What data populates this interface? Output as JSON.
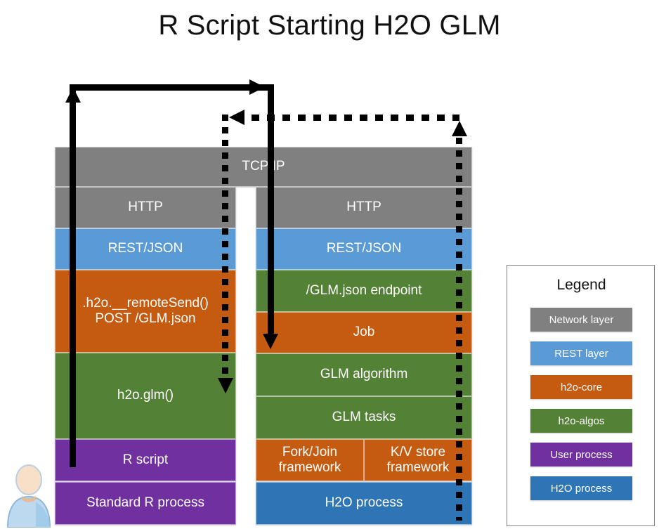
{
  "title": "R Script Starting H2O GLM",
  "colors": {
    "network_layer": "#808080",
    "rest_layer": "#5B9BD5",
    "h2o_core": "#C55A11",
    "h2o_algos": "#538135",
    "user_process": "#7030A0",
    "h2o_process": "#2E75B6",
    "arrow": "#000000",
    "background": "#FFFFFF",
    "title_text": "#111111"
  },
  "diagram": {
    "shared": {
      "tcp_ip": "TCP/IP"
    },
    "left_stack": {
      "name": "Standard R process stack",
      "rows": [
        {
          "label": "HTTP",
          "kind": "network_layer"
        },
        {
          "label": "REST/JSON",
          "kind": "rest_layer"
        },
        {
          "label": ".h2o.__remoteSend()\nPOST /GLM.json",
          "line1": ".h2o.__remoteSend()",
          "line2": "POST /GLM.json",
          "kind": "h2o_core"
        },
        {
          "label": "h2o.glm()",
          "kind": "h2o_algos"
        },
        {
          "label": "R script",
          "kind": "user_process"
        },
        {
          "label": "Standard R process",
          "kind": "user_process"
        }
      ]
    },
    "right_stack": {
      "name": "H2O process stack",
      "rows": [
        {
          "label": "HTTP",
          "kind": "network_layer"
        },
        {
          "label": "REST/JSON",
          "kind": "rest_layer"
        },
        {
          "label": "/GLM.json endpoint",
          "kind": "h2o_algos"
        },
        {
          "label": "Job",
          "kind": "h2o_core"
        },
        {
          "label": "GLM algorithm",
          "kind": "h2o_algos"
        },
        {
          "label": "GLM tasks",
          "kind": "h2o_algos"
        },
        {
          "label": "Fork/Join\nframework",
          "line1": "Fork/Join",
          "line2": "framework",
          "kind": "h2o_core"
        },
        {
          "label": "K/V store\nframework",
          "line1": "K/V store",
          "line2": "framework",
          "kind": "h2o_core"
        },
        {
          "label": "H2O process",
          "kind": "h2o_process"
        }
      ]
    },
    "flows": [
      {
        "name": "request-flow",
        "style": "solid",
        "description": "R script up through stack, across to H2O, down into Job"
      },
      {
        "name": "response-flow",
        "style": "dashed",
        "description": "H2O process up through stack, back across to R, down into h2o.glm()"
      }
    ]
  },
  "legend": {
    "title": "Legend",
    "items": [
      {
        "label": "Network layer",
        "color_key": "network_layer"
      },
      {
        "label": "REST layer",
        "color_key": "rest_layer"
      },
      {
        "label": "h2o-core",
        "color_key": "h2o_core"
      },
      {
        "label": "h2o-algos",
        "color_key": "h2o_algos"
      },
      {
        "label": "User process",
        "color_key": "user_process"
      },
      {
        "label": "H2O process",
        "color_key": "h2o_process"
      }
    ]
  },
  "avatar": {
    "icon": "user-person-icon"
  }
}
